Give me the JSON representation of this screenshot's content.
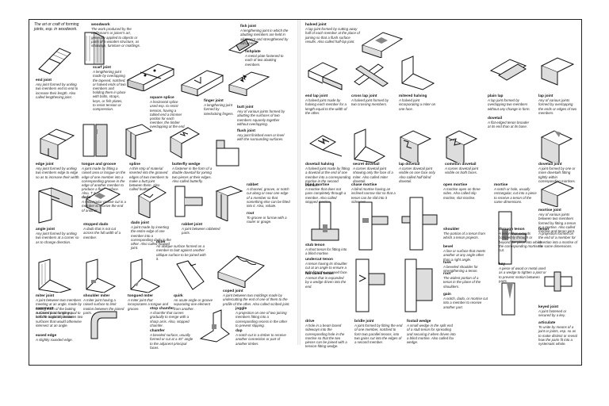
{
  "intro_text": "The art or craft of forming joints, esp. in woodwork.",
  "left_page": {
    "entries": [
      {
        "term": "end joint",
        "def": "Any joint formed by uniting two members end to end to increase their length. Also called lengthening joint."
      },
      {
        "term": "woodwork",
        "def": "The work produced by the craftsman's or joiner's art, generally applied to objects or parts of a wooden structure, as stairways, furniture or moldings."
      },
      {
        "term": "scarf joint",
        "def": "A lengthening joint made by overlapping the tapered, notched, or halved ends of two members and holding them in place with bolts, straps, keys, or fish plates, to resist tension or compression."
      },
      {
        "term": "square splice",
        "def": "A horizontal splice used esp. to resist tension, having a tabled end a trimmer portion for each member, the timber overlapping at the end."
      },
      {
        "term": "finger joint",
        "def": "A lengthening joint formed by interlocking fingers."
      },
      {
        "term": "fish joint",
        "def": "A lengthening joint in which the abutting members are held in alignment and strengthened by fish plates."
      },
      {
        "term": "fishplate",
        "def": "A metal plate fastened to each of two abutting members."
      },
      {
        "term": "edge joint",
        "def": "Any joint formed by uniting two members edge to edge so as to increase their width."
      },
      {
        "term": "tongue and groove",
        "def": "A joint made by fitting a raised area or tongue on the edge of one member into a corresponding groove in the edge of another member to produce a flush surface. Also, T & G"
      },
      {
        "term": "spline",
        "def": "A thin strip of material inserted into the grooved edges of two members to make a butt joint between them. Also called feather."
      },
      {
        "term": "butterfly wedge",
        "def": "A fastener in the form of a double dovetail for joining two pieces at their edges. Also called butterfly."
      },
      {
        "term": "butt joint",
        "def": "Any of various joints formed by abutting the surfaces of two members squarely together without overlapping."
      },
      {
        "term": "flush joint",
        "def": "Any joint finished even or level with the surrounding surfaces."
      },
      {
        "term": "dado",
        "def": "A rectangular groove cut in a member to receive the end of another."
      },
      {
        "term": "angle joint",
        "def": "Any joint formed by uniting two members at a corner so as to change direction."
      },
      {
        "term": "stopped dado",
        "def": "A dado that is not cut across the full width of a member."
      },
      {
        "term": "dado joint",
        "def": "A joint made by inserting the entire edge of one member into a corresponding dado in the other. Also called housed joint."
      },
      {
        "term": "rabbet joint",
        "def": "A joint between rabbeted parts."
      },
      {
        "term": "rabbet",
        "def": "A channel, groove, or notch cut along or near one edge of a member so that something else can be fitted into it. Also, rebate."
      },
      {
        "term": "rout",
        "def": "To groove or furrow with a router or gouge."
      },
      {
        "term": "miter",
        "def": "An oblique surface formed on a member to butt against another oblique surface to be joined with it."
      },
      {
        "term": "miter joint",
        "def": "A joint between two members meeting at an angle, made by cutting each of the butting surfaces to an angle equal to half the angle of junction."
      },
      {
        "term": "shoulder miter",
        "def": "A miter joint having a raised surface to limit motion between the joined parts."
      },
      {
        "term": "tongued miter",
        "def": "A miter joint that incorporates a tongue and groove."
      },
      {
        "term": "quirk",
        "def": "An acute angle or groove separating one element from another."
      },
      {
        "term": "coped joint",
        "def": "A joint between two moldings made by undercutting the end of one of them to the profile of the other. Also called scribed joint."
      },
      {
        "term": "easement",
        "def": "A curved joint forming a smooth transition between two surfaces that would otherwise intersect at an angle."
      },
      {
        "term": "stop chamfer",
        "def": "A chamfer that curves gradually to merge with a sharp arris. Also, stopped chamfer."
      },
      {
        "term": "chamfer",
        "def": "A beveled surface, usually formed or cut at a 45° angle to the adjacent principal faces."
      },
      {
        "term": "joggle",
        "def": "A projection on one of two joining members fitting into a corresponding recess in the other to prevent slipping."
      },
      {
        "term": "dap",
        "def": "A notch cut in a timber to receive another connection or part of another timber."
      },
      {
        "term": "eased edge",
        "def": "A slightly rounded edge."
      }
    ]
  },
  "right_page": {
    "entries": [
      {
        "term": "halved joint",
        "def": "A lap joint formed by cutting away half of each member at the place of joining so that a flush surface results. Also called half-lap joint."
      },
      {
        "term": "end lap joint",
        "def": "A halved joint made by halving each member for a length equal to the width of the other."
      },
      {
        "term": "cross lap joint",
        "def": "A halved joint formed by two crossing members."
      },
      {
        "term": "mitered halving",
        "def": "A halved joint incorporating a miter on one face."
      },
      {
        "term": "plain lap",
        "def": "A lap joint formed by overlapping two members without any change in form."
      },
      {
        "term": "lap joint",
        "def": "Any of various joints formed by overlapping the ends or edges of two members."
      },
      {
        "term": "dovetail",
        "def": "A flat-edged tenon broader at its end than at its base."
      },
      {
        "term": "dovetail halving",
        "def": "A halved joint made by fitting a dovetail at the end of one member into a corresponding mortise in the second member."
      },
      {
        "term": "secret dovetail",
        "def": "A corner dovetail joint showing only the face of a miter. Also called miter dovetail."
      },
      {
        "term": "lap dovetail",
        "def": "A corner dovetail joint visible on one face only. Also called half-blind dovetail."
      },
      {
        "term": "common dovetail",
        "def": "A corner dovetail joint visible on both faces."
      },
      {
        "term": "dovetail joint",
        "def": "A joint formed by one or more dovetails fitting tightly within corresponding mortises."
      },
      {
        "term": "blind mortise",
        "def": "A mortise that does not pass completely through a member. Also called stopped mortise."
      },
      {
        "term": "chase mortise",
        "def": "A blind mortise having an inclined narrow slot so that a tenon can be slid into it sideways."
      },
      {
        "term": "open mortise",
        "def": "A mortise open on three sides. Also called slip mortise, slot mortise."
      },
      {
        "term": "mortise",
        "def": "A notch or hole, usually rectangular, cut into a piece to receive a tenon of the same dimensions."
      },
      {
        "term": "mortise joint",
        "def": "Any of various joints between two members formed by fitting a tenon in a mortise. Also called mortise-and-tenon joint."
      },
      {
        "term": "stub tenon",
        "def": "A short tenon for fitting into a blind mortise."
      },
      {
        "term": "undercut tenon",
        "def": "A tenon having its shoulder cut at an angle to ensure a tight fit at the exposed face."
      },
      {
        "term": "shoulder",
        "def": "The portion of a tenon from which a tenon projects."
      },
      {
        "term": "bevel",
        "def": "A line or surface that meets another at any angle other than a right angle."
      },
      {
        "term": "tusk",
        "def": "A beveled shoulder for strengthening a tenon."
      },
      {
        "term": "root",
        "def": "The widest portion of a tenon in the plane of the shoulders."
      },
      {
        "term": "through tenon",
        "def": "A tenon that extends completely through or beyond the piece into which the corresponding mortise is cut."
      },
      {
        "term": "tenon",
        "def": "A projection formed on the end of a member for insertion into a mortise of the same dimensions."
      },
      {
        "term": "key",
        "def": "A piece of wood or metal used as a wedge to tighten a joint or to prevent motion between parts."
      },
      {
        "term": "fox-tailed tenon",
        "def": "A tenon that is expanded by a wedge driven into the end."
      },
      {
        "term": "gain",
        "def": "A notch, dado, or mortise cut into a member to receive another part."
      },
      {
        "term": "drive",
        "def": "A hole in a beam bored sideways into the corresponding hole in the mortise so that the two pieces can be joined with a tension-fitting wedge."
      },
      {
        "term": "bridle joint",
        "def": "A joint formed by fitting the end of one member, notched to form two parallel tenons, into two gains cut into the edges of a second member."
      },
      {
        "term": "foxtail wedge",
        "def": "A small wedge in the split end of a stub tenon for spreading and securing it when driven into a blind mortise. Also called fox wedge."
      },
      {
        "term": "keyed joint",
        "def": "A joint fastened or secured by a key."
      },
      {
        "term": "articulate",
        "def": "To unite by means of a joint or joints, esp. so as to make distinct or reveal how the parts fit into a systematic whole."
      }
    ]
  }
}
